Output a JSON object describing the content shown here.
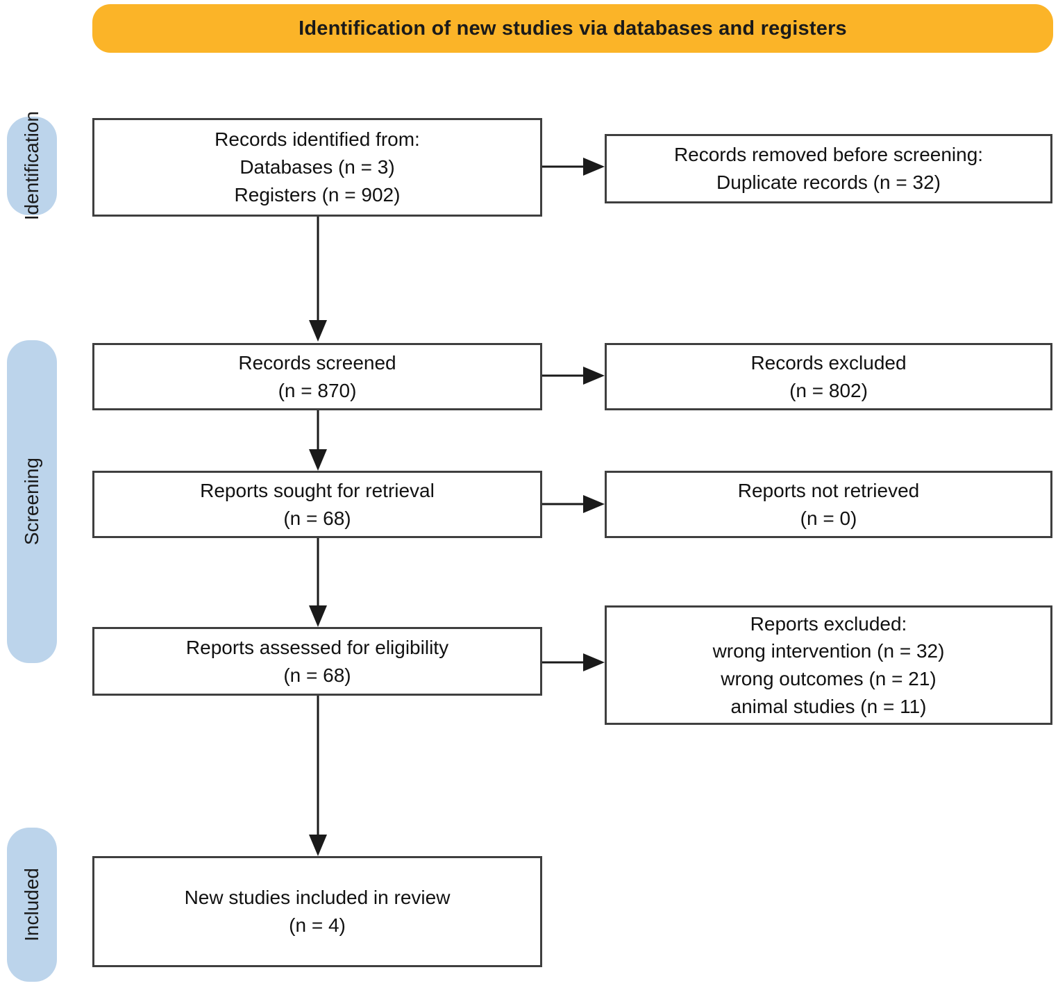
{
  "banner": {
    "label": "Identification of new studies via databases and registers"
  },
  "sidebar": {
    "stages": [
      {
        "label": "Identification"
      },
      {
        "label": "Screening"
      },
      {
        "label": "Included"
      }
    ]
  },
  "flow": {
    "left_boxes": [
      {
        "lines": [
          "Records identified from:",
          "Databases (n = 3)",
          "Registers (n = 902)"
        ]
      },
      {
        "lines": [
          "Records screened",
          "(n = 870)"
        ]
      },
      {
        "lines": [
          "Reports sought for retrieval",
          "(n = 68)"
        ]
      },
      {
        "lines": [
          "Reports assessed for eligibility",
          "(n = 68)"
        ]
      },
      {
        "lines": [
          "New studies included in review",
          "(n = 4)"
        ]
      }
    ],
    "right_boxes": [
      {
        "lines": [
          "Records removed before screening:",
          "Duplicate records (n = 32)"
        ]
      },
      {
        "lines": [
          "Records excluded",
          "(n = 802)"
        ]
      },
      {
        "lines": [
          "Reports not retrieved",
          "(n = 0)"
        ]
      },
      {
        "lines": [
          "Reports excluded:",
          "wrong intervention (n = 32)",
          "wrong outcomes (n = 21)",
          "animal studies (n = 11)"
        ]
      }
    ]
  },
  "colors": {
    "banner_bg": "#FBB428",
    "stage_bg": "#BCD4EB",
    "box_border": "#3f3f3f",
    "arrow": "#1a1a1a"
  }
}
